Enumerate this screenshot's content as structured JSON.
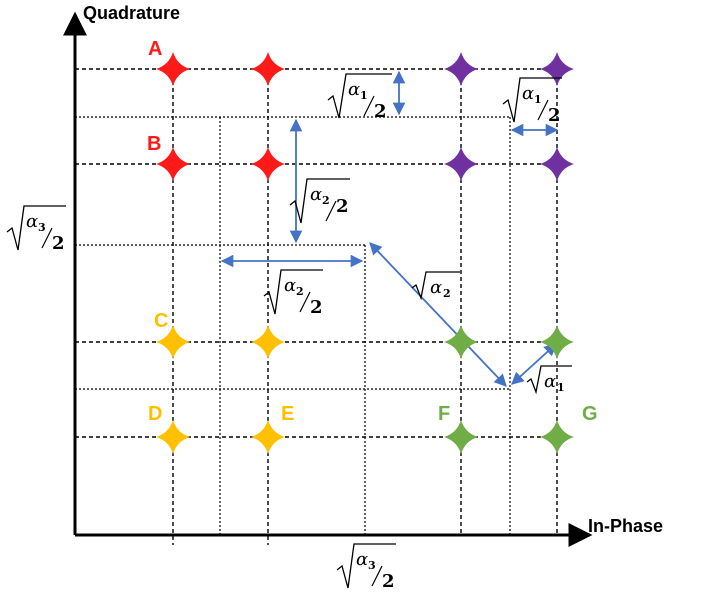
{
  "axes": {
    "y_label": "Quadrature",
    "x_label": "In-Phase"
  },
  "points": {
    "A": "A",
    "B": "B",
    "C": "C",
    "D": "D",
    "E": "E",
    "F": "F",
    "G": "G"
  },
  "colors": {
    "red": "#ff1a1a",
    "purple": "#7030a0",
    "yellow": "#ffc000",
    "green": "#70ad47",
    "arrow": "#4472c4"
  },
  "annotations": {
    "alpha1": "α",
    "alpha1_sub": "1",
    "alpha2": "α",
    "alpha2_sub": "2",
    "alpha3": "α",
    "alpha3_sub": "3",
    "over2": "2"
  },
  "icon_names": [
    "red-star-icon",
    "purple-star-icon",
    "yellow-star-icon",
    "green-star-icon"
  ]
}
